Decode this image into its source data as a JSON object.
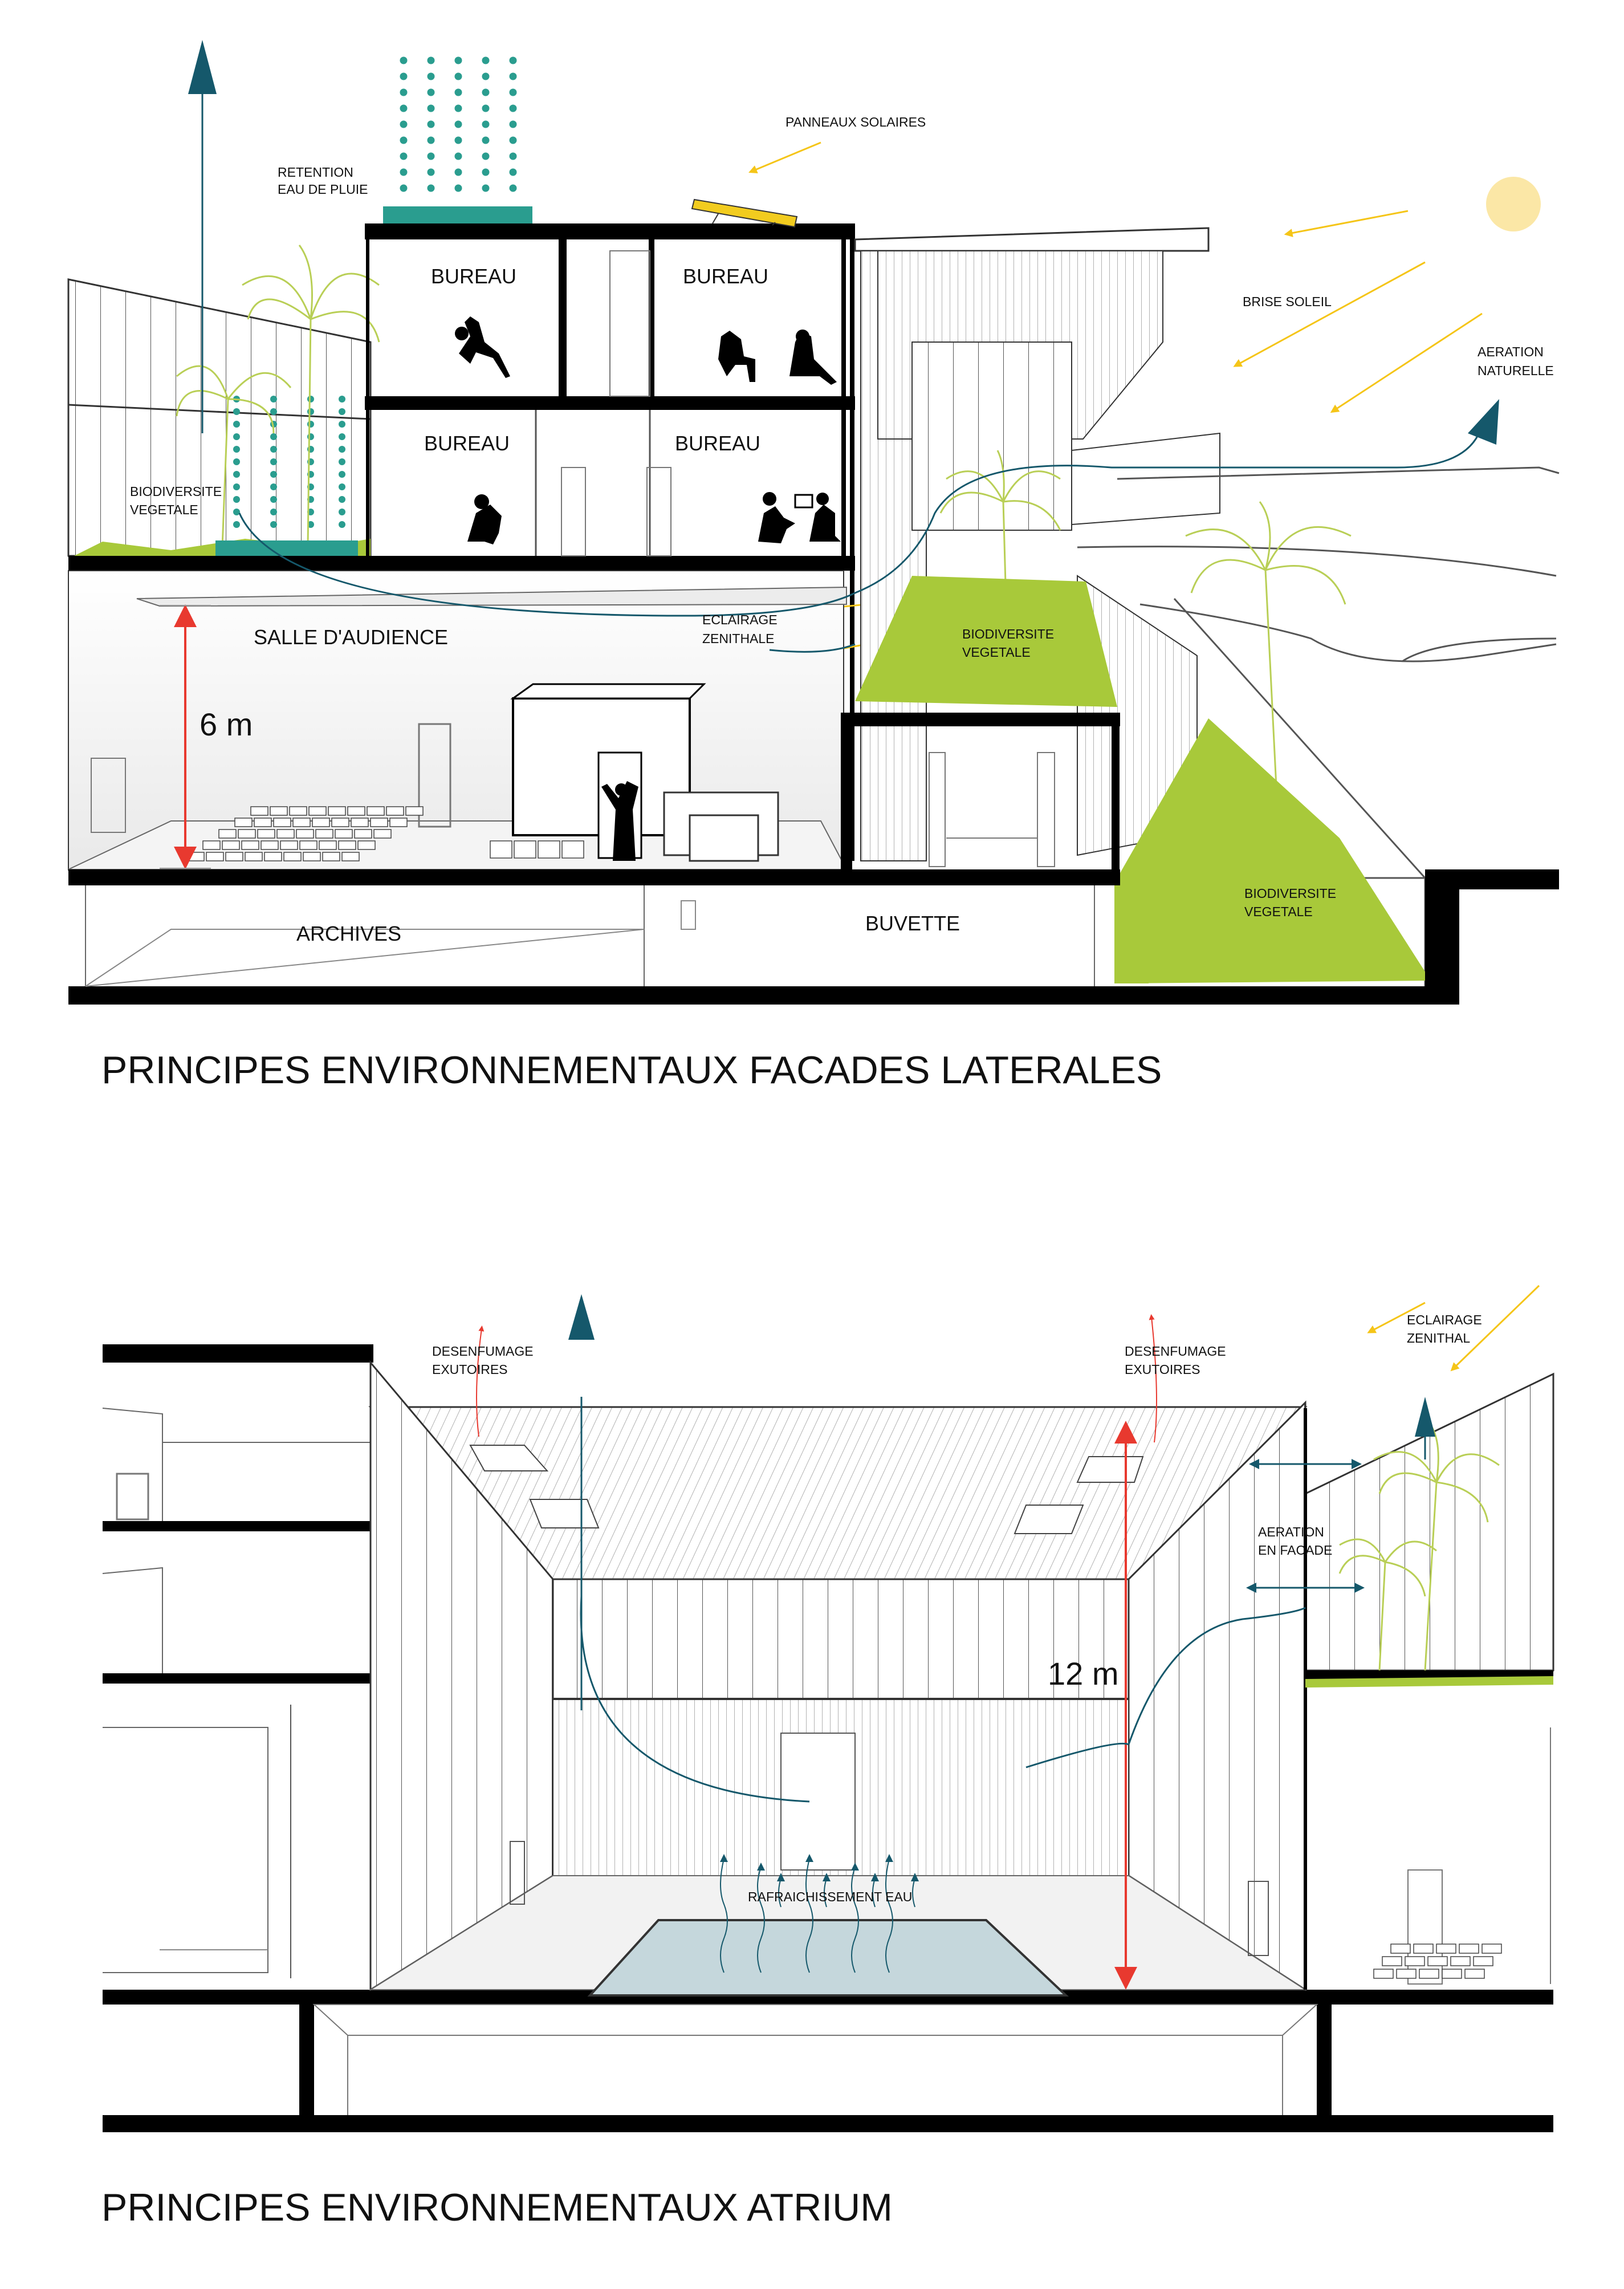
{
  "section1": {
    "title": "PRINCIPES ENVIRONNEMENTAUX FACADES LATERALES",
    "labels": {
      "retention_line1": "RETENTION",
      "retention_line2": "EAU DE PLUIE",
      "panneaux": "PANNEAUX SOLAIRES",
      "brise": "BRISE SOLEIL",
      "aeration_line1": "AERATION",
      "aeration_line2": "NATURELLE",
      "bureau_1": "BUREAU",
      "bureau_2": "BUREAU",
      "bureau_3": "BUREAU",
      "bureau_4": "BUREAU",
      "biodiv_left_line1": "BIODIVERSITE",
      "biodiv_left_line2": "VEGETALE",
      "salle": "SALLE D'AUDIENCE",
      "eclairage_line1": "ECLAIRAGE",
      "eclairage_line2": "ZENITHALE",
      "biodiv_mid_line1": "BIODIVERSITE",
      "biodiv_mid_line2": "VEGETALE",
      "biodiv_right_line1": "BIODIVERSITE",
      "biodiv_right_line2": "VEGETALE",
      "height": "6 m",
      "archives": "ARCHIVES",
      "buvette": "BUVETTE"
    }
  },
  "section2": {
    "title": "PRINCIPES ENVIRONNEMENTAUX ATRIUM",
    "labels": {
      "desenf_left_line1": "DESENFUMAGE",
      "desenf_left_line2": "EXUTOIRES",
      "desenf_right_line1": "DESENFUMAGE",
      "desenf_right_line2": "EXUTOIRES",
      "eclairage_line1": "ECLAIRAGE",
      "eclairage_line2": "ZENITHAL",
      "aeration_line1": "AERATION",
      "aeration_line2": "EN FACADE",
      "height": "12 m",
      "rafraichissement": "RAFRAICHISSEMENT EAU"
    }
  },
  "colors": {
    "structure": "#000000",
    "teal": "#15586b",
    "green_roof": "#2a9d8f",
    "vegetation": "#a8c93a",
    "solar": "#f2cc1f",
    "sun": "#fbe7a6",
    "sun_ray": "#f5c518",
    "dimension": "#e8392f",
    "water": "#c5d7dc"
  }
}
